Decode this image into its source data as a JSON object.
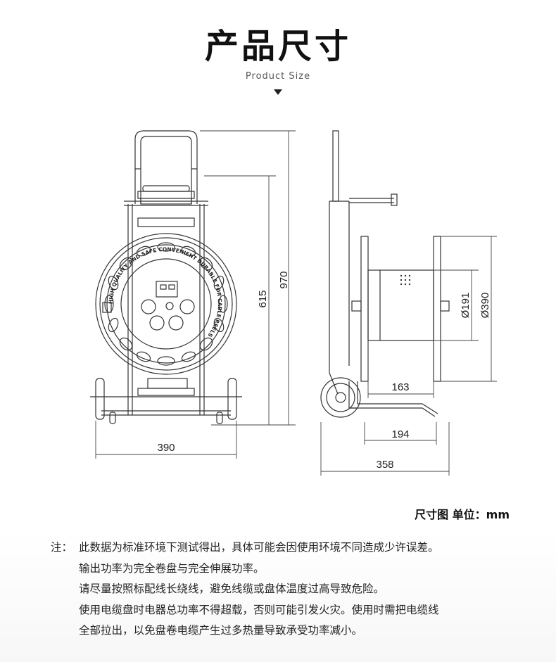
{
  "header": {
    "title": "产品尺寸",
    "subtitle": "Product Size"
  },
  "dimensions": {
    "front_height_total": "970",
    "front_height_reel": "615",
    "front_width": "390",
    "side_diameter_inner": "Ø191",
    "side_diameter_outer": "Ø390",
    "side_width_drum": "163",
    "side_width_reel": "194",
    "side_depth": "358"
  },
  "reel_label": {
    "ring_text": "HIGH QUALITY AND SAFE CONVENIENT DURABLE FOR CABLE REELS"
  },
  "unit_line": "尺寸图 单位：mm",
  "notes": {
    "prefix": "注：",
    "lines": [
      "此数据为标准环境下测试得出，具体可能会因使用环境不同造成少许误差。",
      "输出功率为完全卷盘与完全伸展功率。",
      "请尽量按照标配线长绕线，避免线缆或盘体温度过高导致危险。",
      "使用电缆盘时电器总功率不得超载，否则可能引发火灾。使用时需把电缆线",
      "全部拉出，以免盘卷电缆产生过多热量导致承受功率减小。"
    ]
  }
}
